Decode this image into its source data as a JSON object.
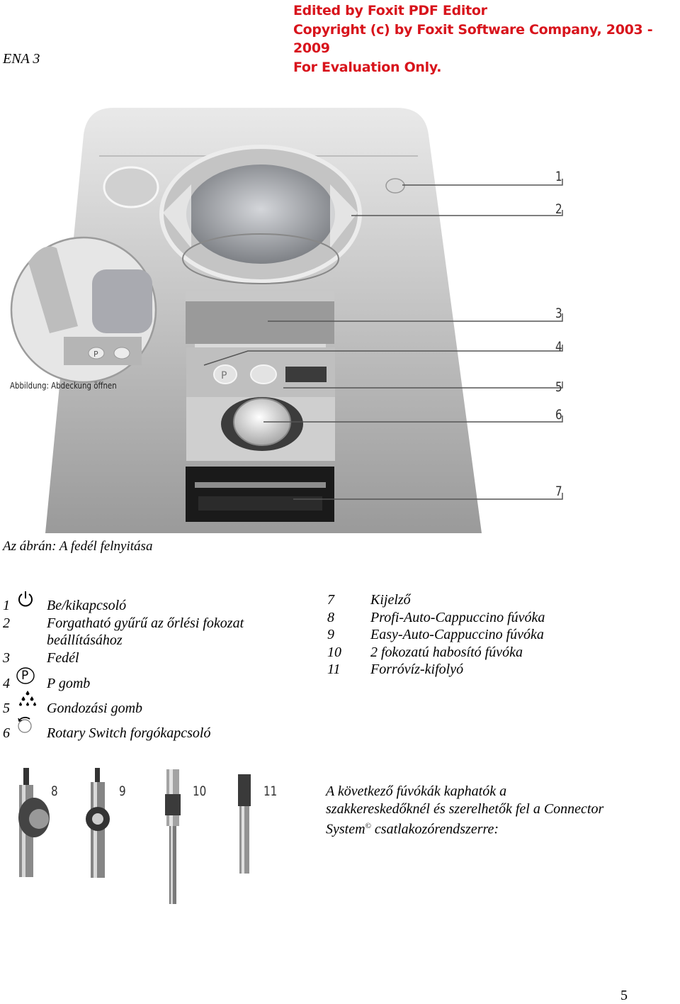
{
  "header": {
    "label": "ENA 3"
  },
  "watermark": {
    "line1": "Edited by Foxit PDF Editor",
    "line2": "Copyright (c) by Foxit Software Company, 2003 - 2009",
    "line3": "For Evaluation Only."
  },
  "figure": {
    "inset_caption": "Abbildung: Abdeckung öffnen",
    "inset_p_label": "P",
    "panel_p_label": "P",
    "callouts": [
      "1",
      "2",
      "3",
      "4",
      "5",
      "6",
      "7"
    ]
  },
  "caption": "Az ábrán: A fedél felnyitása",
  "legend_left": [
    {
      "num": "1",
      "icon": "power-icon",
      "text": "Be/kikapcsoló"
    },
    {
      "num": "2",
      "icon": "",
      "text": "Forgatható gyűrű az őrlési fokozat"
    },
    {
      "num": "",
      "icon": "",
      "text": "beállításához"
    },
    {
      "num": "3",
      "icon": "",
      "text": "Fedél"
    },
    {
      "num": "4",
      "icon": "p-button-icon",
      "text": "P gomb",
      "icon_label": "P"
    },
    {
      "num": "5",
      "icon": "care-drops-icon",
      "text": "Gondozási gomb"
    },
    {
      "num": "6",
      "icon": "rotary-switch-icon",
      "text": "Rotary Switch forgókapcsoló"
    }
  ],
  "legend_right": [
    {
      "num": "7",
      "text": "Kijelző"
    },
    {
      "num": "8",
      "text": "Profi-Auto-Cappuccino fúvóka"
    },
    {
      "num": "9",
      "text": "Easy-Auto-Cappuccino fúvóka"
    },
    {
      "num": "10",
      "text": "2 fokozatú habosító fúvóka"
    },
    {
      "num": "11",
      "text": "Forróvíz-kifolyó"
    }
  ],
  "nozzles": {
    "labels": [
      "8",
      "9",
      "10",
      "11"
    ]
  },
  "note": {
    "line1": "A következő fúvókák kaphatók a",
    "line2": "szakkereskedőknél és szerelhetők fel a Connector",
    "line3_a": "System",
    "line3_sup": "©",
    "line3_b": " csatlakozórendszerre:"
  },
  "page_number": "5"
}
